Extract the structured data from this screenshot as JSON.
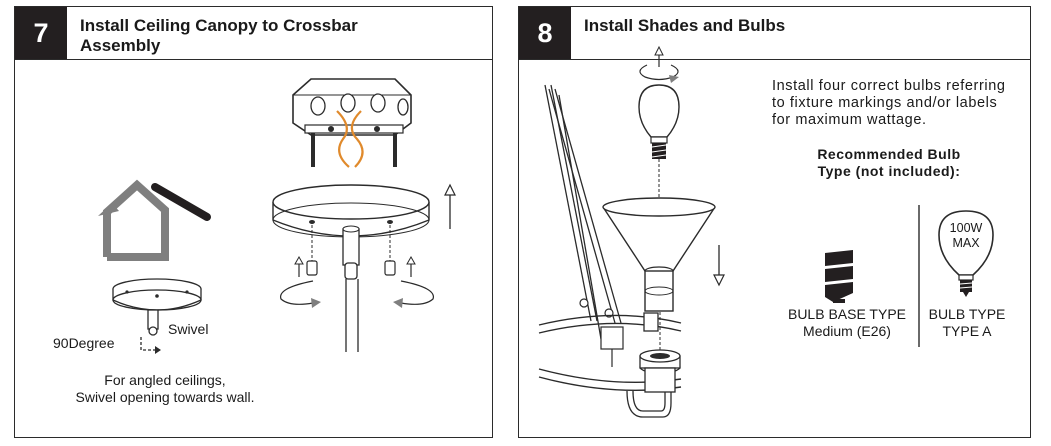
{
  "step7": {
    "number": "7",
    "title_line1": "Install Ceiling Canopy to Crossbar",
    "title_line2": "Assembly",
    "label_swivel": "Swivel",
    "label_angle": "90Degree",
    "note_line1": "For angled ceilings,",
    "note_line2": "Swivel opening towards wall."
  },
  "step8": {
    "number": "8",
    "title": "Install Shades and Bulbs",
    "instruction_line1": "Install four correct bulbs referring",
    "instruction_line2": "to fixture markings and/or labels",
    "instruction_line3": "for maximum wattage.",
    "recommended_line1": "Recommended Bulb",
    "recommended_line2": "Type (not included):",
    "base_type_label": "BULB BASE TYPE",
    "base_type_value": "Medium (E26)",
    "bulb_type_label": "BULB TYPE",
    "bulb_type_value": "TYPE A",
    "bulb_wattage": "100W",
    "bulb_max": "MAX"
  },
  "colors": {
    "badge": "#231f20",
    "line": "#2b2b2b",
    "house_gray": "#7f7f7f",
    "wire_orange": "#e08a2c"
  },
  "icons": [
    "house-icon",
    "canopy-icon",
    "junction-box-icon",
    "rotate-arrow-icon",
    "up-arrow-icon",
    "down-arrow-icon",
    "light-bulb-icon",
    "bulb-base-icon",
    "shade-icon"
  ]
}
